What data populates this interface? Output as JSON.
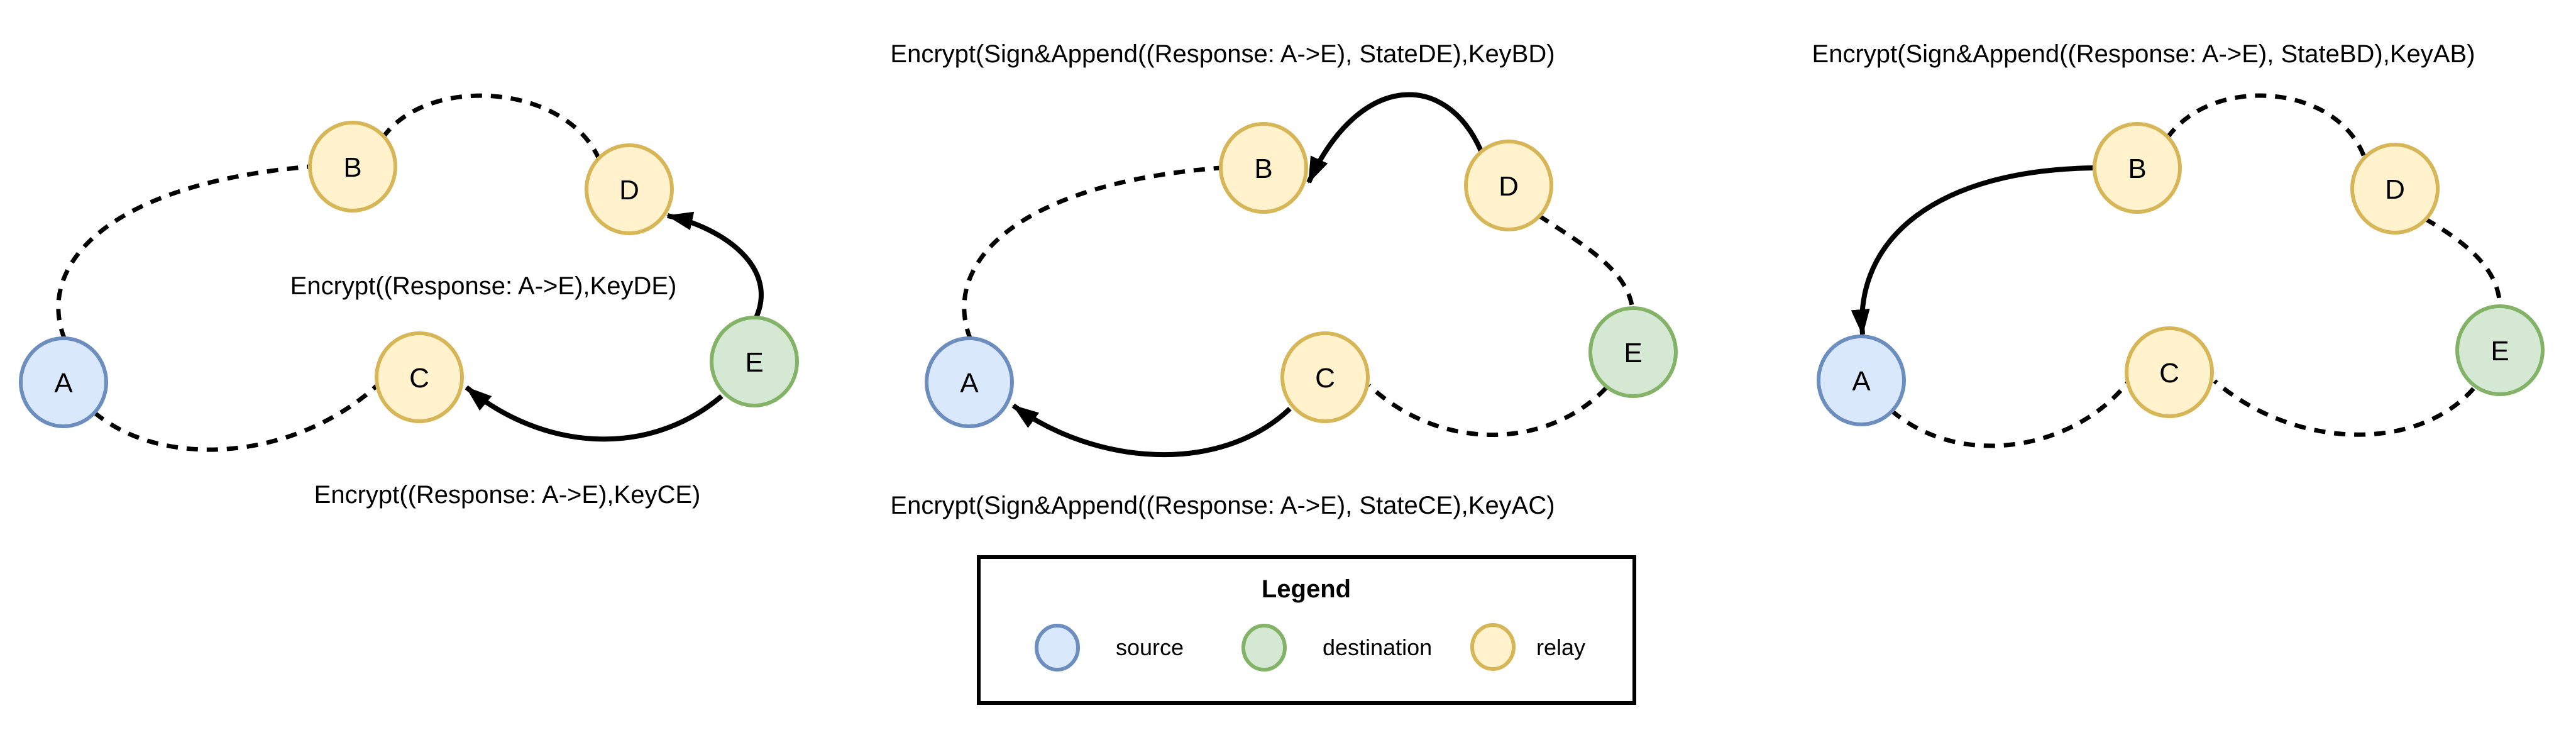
{
  "colors": {
    "source_fill": "#dae8fc",
    "source_stroke": "#6c8ebf",
    "destination_fill": "#d5e8d4",
    "destination_stroke": "#82b366",
    "relay_fill": "#fff2cc",
    "relay_stroke": "#d6b656",
    "edge": "#000000"
  },
  "diagrams": [
    {
      "id": "diagram-1",
      "caption_top": "Encrypt((Response: A->E),KeyDE)",
      "caption_bottom": "Encrypt((Response: A->E),KeyCE)",
      "nodes": [
        {
          "label": "A",
          "role": "source"
        },
        {
          "label": "B",
          "role": "relay"
        },
        {
          "label": "C",
          "role": "relay"
        },
        {
          "label": "D",
          "role": "relay"
        },
        {
          "label": "E",
          "role": "destination"
        }
      ],
      "edges": [
        {
          "from": "A",
          "to": "B",
          "style": "dashed"
        },
        {
          "from": "B",
          "to": "D",
          "style": "dashed"
        },
        {
          "from": "A",
          "to": "C",
          "style": "dashed"
        },
        {
          "from": "E",
          "to": "D",
          "style": "arrow"
        },
        {
          "from": "E",
          "to": "C",
          "style": "arrow"
        }
      ]
    },
    {
      "id": "diagram-2",
      "caption_top": "Encrypt(Sign&Append((Response: A->E), StateDE),KeyBD)",
      "caption_bottom": "Encrypt(Sign&Append((Response: A->E), StateCE),KeyAC)",
      "nodes": [
        {
          "label": "A",
          "role": "source"
        },
        {
          "label": "B",
          "role": "relay"
        },
        {
          "label": "C",
          "role": "relay"
        },
        {
          "label": "D",
          "role": "relay"
        },
        {
          "label": "E",
          "role": "destination"
        }
      ],
      "edges": [
        {
          "from": "A",
          "to": "B",
          "style": "dashed"
        },
        {
          "from": "D",
          "to": "B",
          "style": "arrow"
        },
        {
          "from": "D",
          "to": "E",
          "style": "dashed"
        },
        {
          "from": "E",
          "to": "C",
          "style": "dashed"
        },
        {
          "from": "C",
          "to": "A",
          "style": "arrow"
        }
      ]
    },
    {
      "id": "diagram-3",
      "caption_top": "Encrypt(Sign&Append((Response: A->E), StateBD),KeyAB)",
      "nodes": [
        {
          "label": "A",
          "role": "source"
        },
        {
          "label": "B",
          "role": "relay"
        },
        {
          "label": "C",
          "role": "relay"
        },
        {
          "label": "D",
          "role": "relay"
        },
        {
          "label": "E",
          "role": "destination"
        }
      ],
      "edges": [
        {
          "from": "B",
          "to": "A",
          "style": "arrow"
        },
        {
          "from": "B",
          "to": "D",
          "style": "dashed"
        },
        {
          "from": "D",
          "to": "E",
          "style": "dashed"
        },
        {
          "from": "E",
          "to": "C",
          "style": "dashed"
        },
        {
          "from": "A",
          "to": "C",
          "style": "dashed"
        }
      ]
    }
  ],
  "legend": {
    "title": "Legend",
    "items": [
      {
        "label": "source",
        "role": "source"
      },
      {
        "label": "destination",
        "role": "destination"
      },
      {
        "label": "relay",
        "role": "relay"
      }
    ]
  }
}
